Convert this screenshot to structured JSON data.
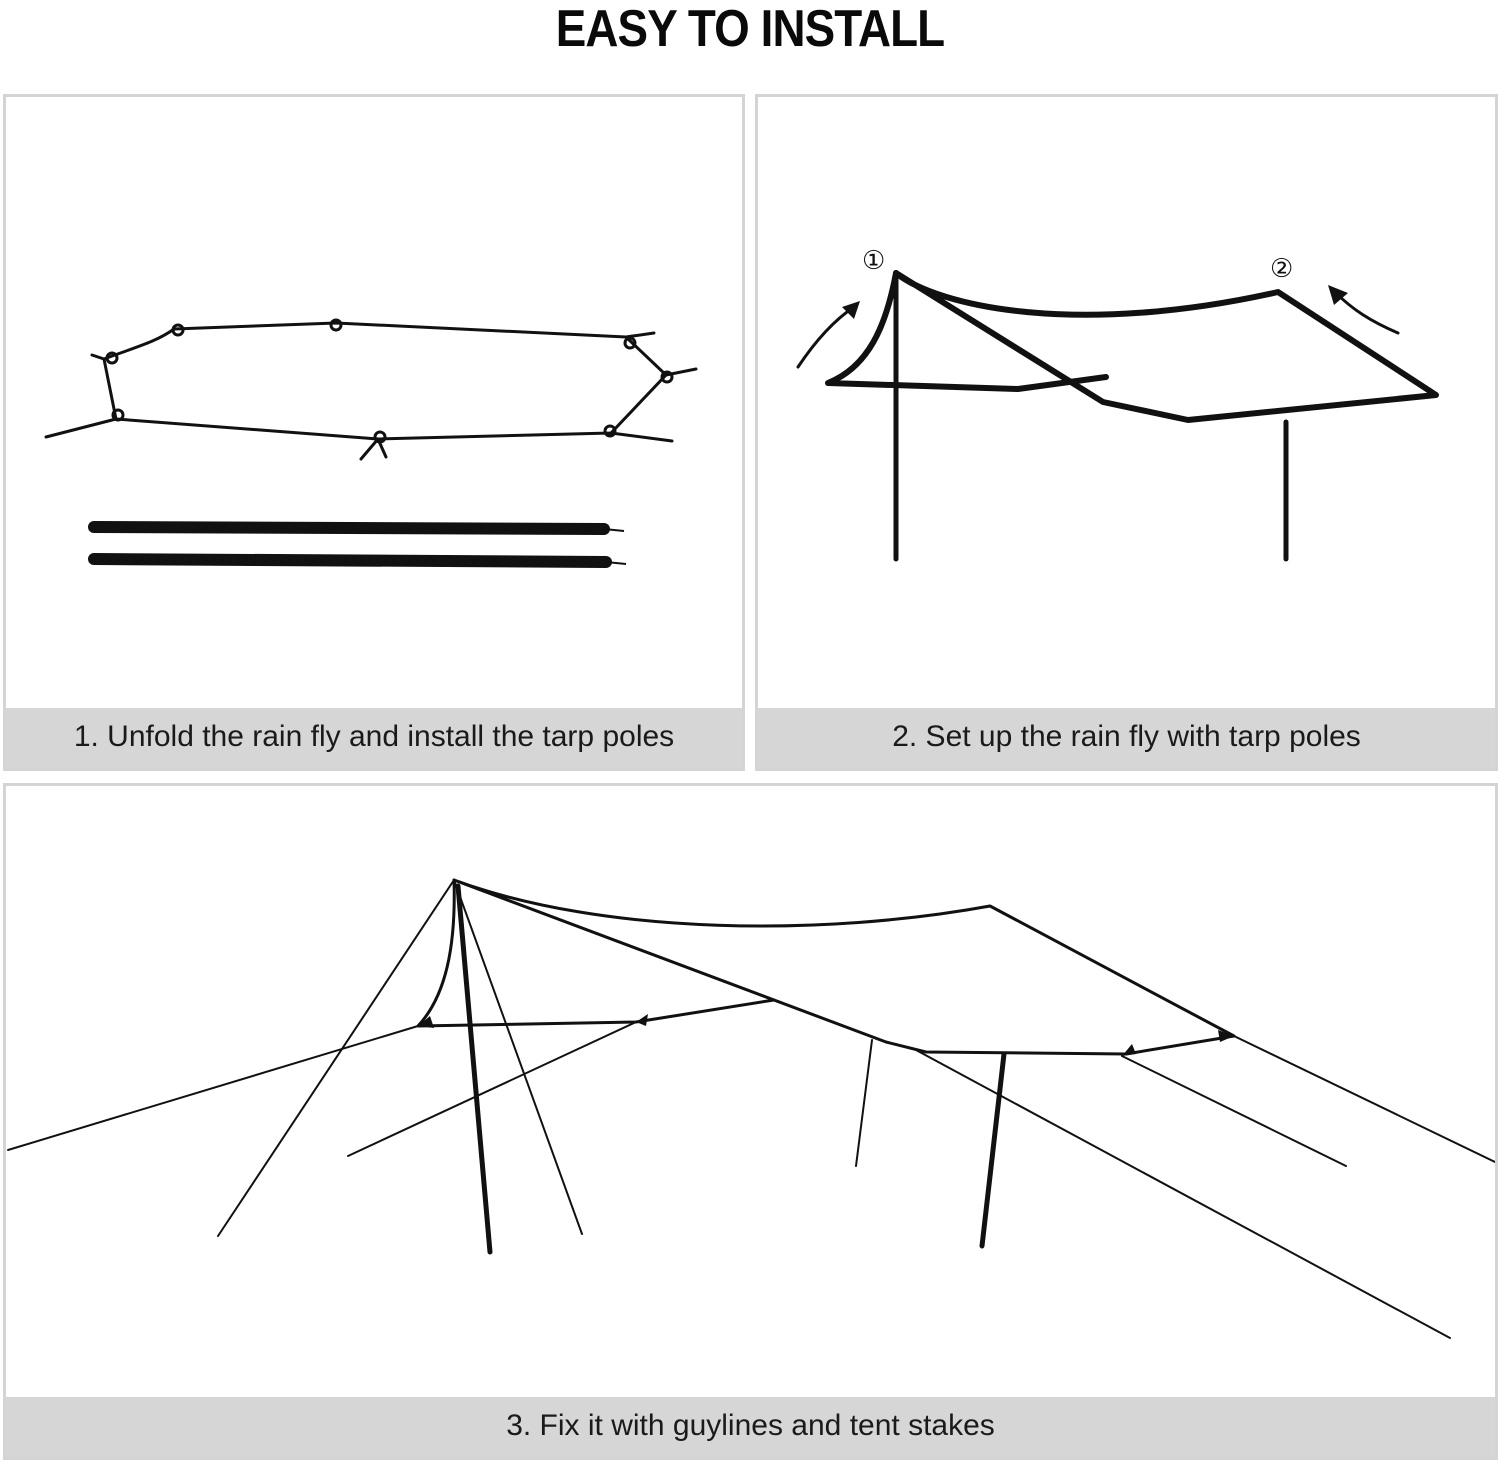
{
  "title": "EASY TO INSTALL",
  "steps": [
    {
      "caption": "1. Unfold the rain fly and install the tarp poles"
    },
    {
      "caption": "2. Set up the rain fly with tarp poles",
      "markers": [
        "①",
        "②"
      ]
    },
    {
      "caption": "3. Fix it with guylines and tent stakes"
    }
  ]
}
